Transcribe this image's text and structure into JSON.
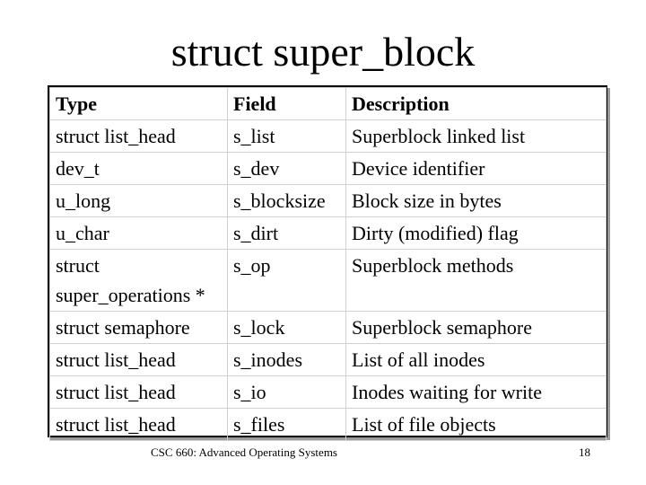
{
  "slide": {
    "title": "struct super_block",
    "footer": "CSC 660: Advanced Operating Systems",
    "page_number": "18"
  },
  "table": {
    "headers": [
      "Type",
      "Field",
      "Description"
    ],
    "rows": [
      [
        "struct list_head",
        "s_list",
        "Superblock linked list"
      ],
      [
        "dev_t",
        "s_dev",
        "Device identifier"
      ],
      [
        "u_long",
        "s_blocksize",
        "Block size in bytes"
      ],
      [
        "u_char",
        "s_dirt",
        "Dirty (modified) flag"
      ],
      [
        "struct super_operations *",
        "s_op",
        "Superblock methods"
      ],
      [
        "struct semaphore",
        "s_lock",
        "Superblock semaphore"
      ],
      [
        "struct list_head",
        "s_inodes",
        "List of all inodes"
      ],
      [
        "struct list_head",
        "s_io",
        "Inodes waiting for write"
      ],
      [
        "struct list_head",
        "s_files",
        "List of file objects"
      ]
    ]
  }
}
